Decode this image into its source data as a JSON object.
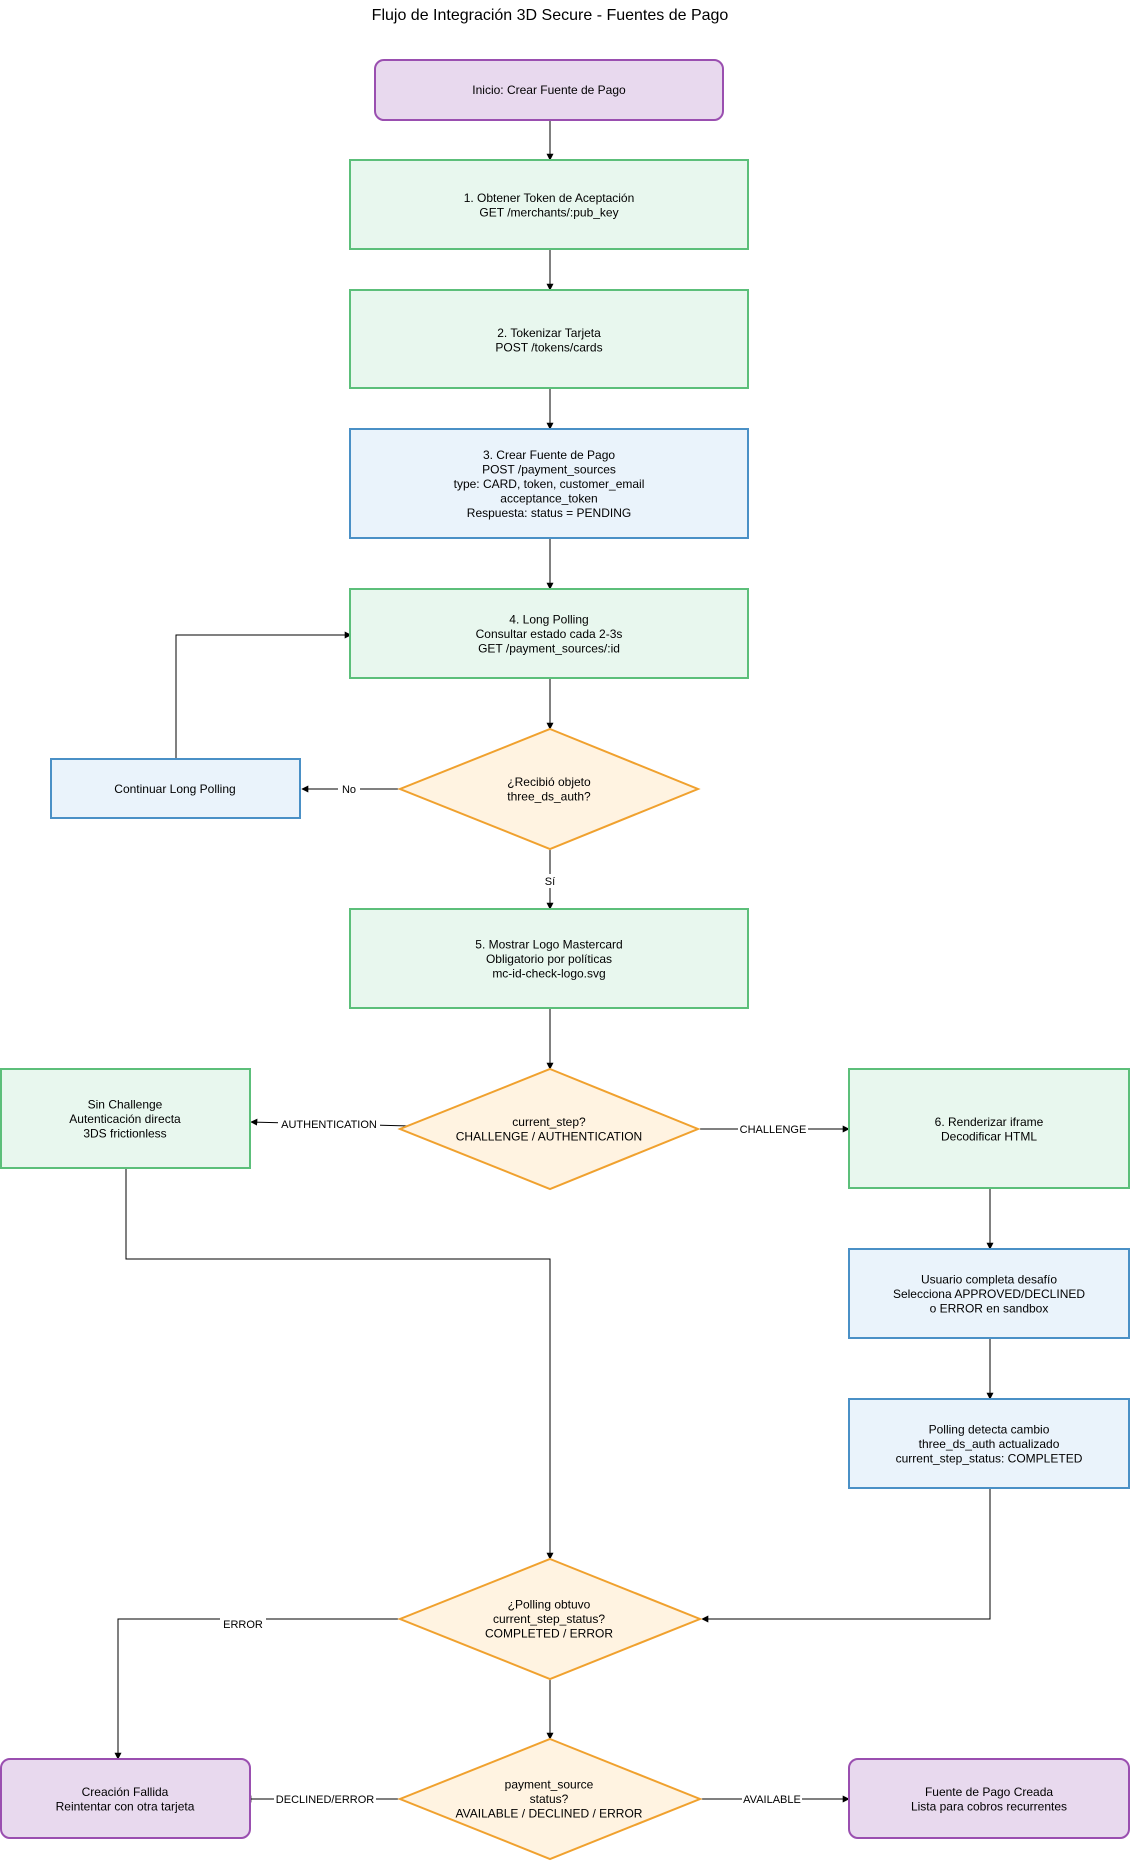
{
  "title": "Flujo de Integración 3D Secure - Fuentes de Pago",
  "colors": {
    "purple_fill": "#e8d9ee",
    "purple_stroke": "#9a4fb0",
    "green_fill": "#e8f7ee",
    "green_stroke": "#5cbf7a",
    "blue_fill": "#eaf3fb",
    "blue_stroke": "#4a90c6",
    "orange_fill": "#fff3e1",
    "orange_stroke": "#f0a12e"
  },
  "nodes": {
    "start": [
      "Inicio: Crear Fuente de Pago"
    ],
    "step1": [
      "1. Obtener Token de Aceptación",
      "GET /merchants/:pub_key"
    ],
    "step2": [
      "2. Tokenizar Tarjeta",
      "POST /tokens/cards"
    ],
    "step3": [
      "3. Crear Fuente de Pago",
      "POST /payment_sources",
      "type: CARD, token, customer_email",
      "acceptance_token",
      "Respuesta: status = PENDING"
    ],
    "step4": [
      "4. Long Polling",
      "Consultar estado cada 2-3s",
      "GET /payment_sources/:id"
    ],
    "continue_polling": [
      "Continuar Long Polling"
    ],
    "decision_3ds": [
      "¿Recibió objeto",
      "three_ds_auth?"
    ],
    "step5": [
      "5. Mostrar Logo Mastercard",
      "Obligatorio por políticas",
      "mc-id-check-logo.svg"
    ],
    "decision_step": [
      "current_step?",
      "CHALLENGE / AUTHENTICATION"
    ],
    "no_challenge": [
      "Sin Challenge",
      "Autenticación directa",
      "3DS frictionless"
    ],
    "step6": [
      "6. Renderizar iframe",
      "Decodificar HTML"
    ],
    "user_challenge": [
      "Usuario completa desafío",
      "Selecciona APPROVED/DECLINED",
      "o ERROR en sandbox"
    ],
    "polling_detect": [
      "Polling detecta cambio",
      "three_ds_auth actualizado",
      "current_step_status: COMPLETED"
    ],
    "decision_status": [
      "¿Polling obtuvo",
      "current_step_status?",
      "COMPLETED / ERROR"
    ],
    "decision_payment": [
      "payment_source",
      "status?",
      "AVAILABLE / DECLINED / ERROR"
    ],
    "failed": [
      "Creación Fallida",
      "Reintentar con otra tarjeta"
    ],
    "created": [
      "Fuente de Pago Creada",
      "Lista para cobros recurrentes"
    ]
  },
  "edge_labels": {
    "no": "No",
    "si": "Sí",
    "authentication": "AUTHENTICATION",
    "challenge": "CHALLENGE",
    "error": "ERROR",
    "declined_error": "DECLINED/ERROR",
    "available": "AVAILABLE"
  }
}
